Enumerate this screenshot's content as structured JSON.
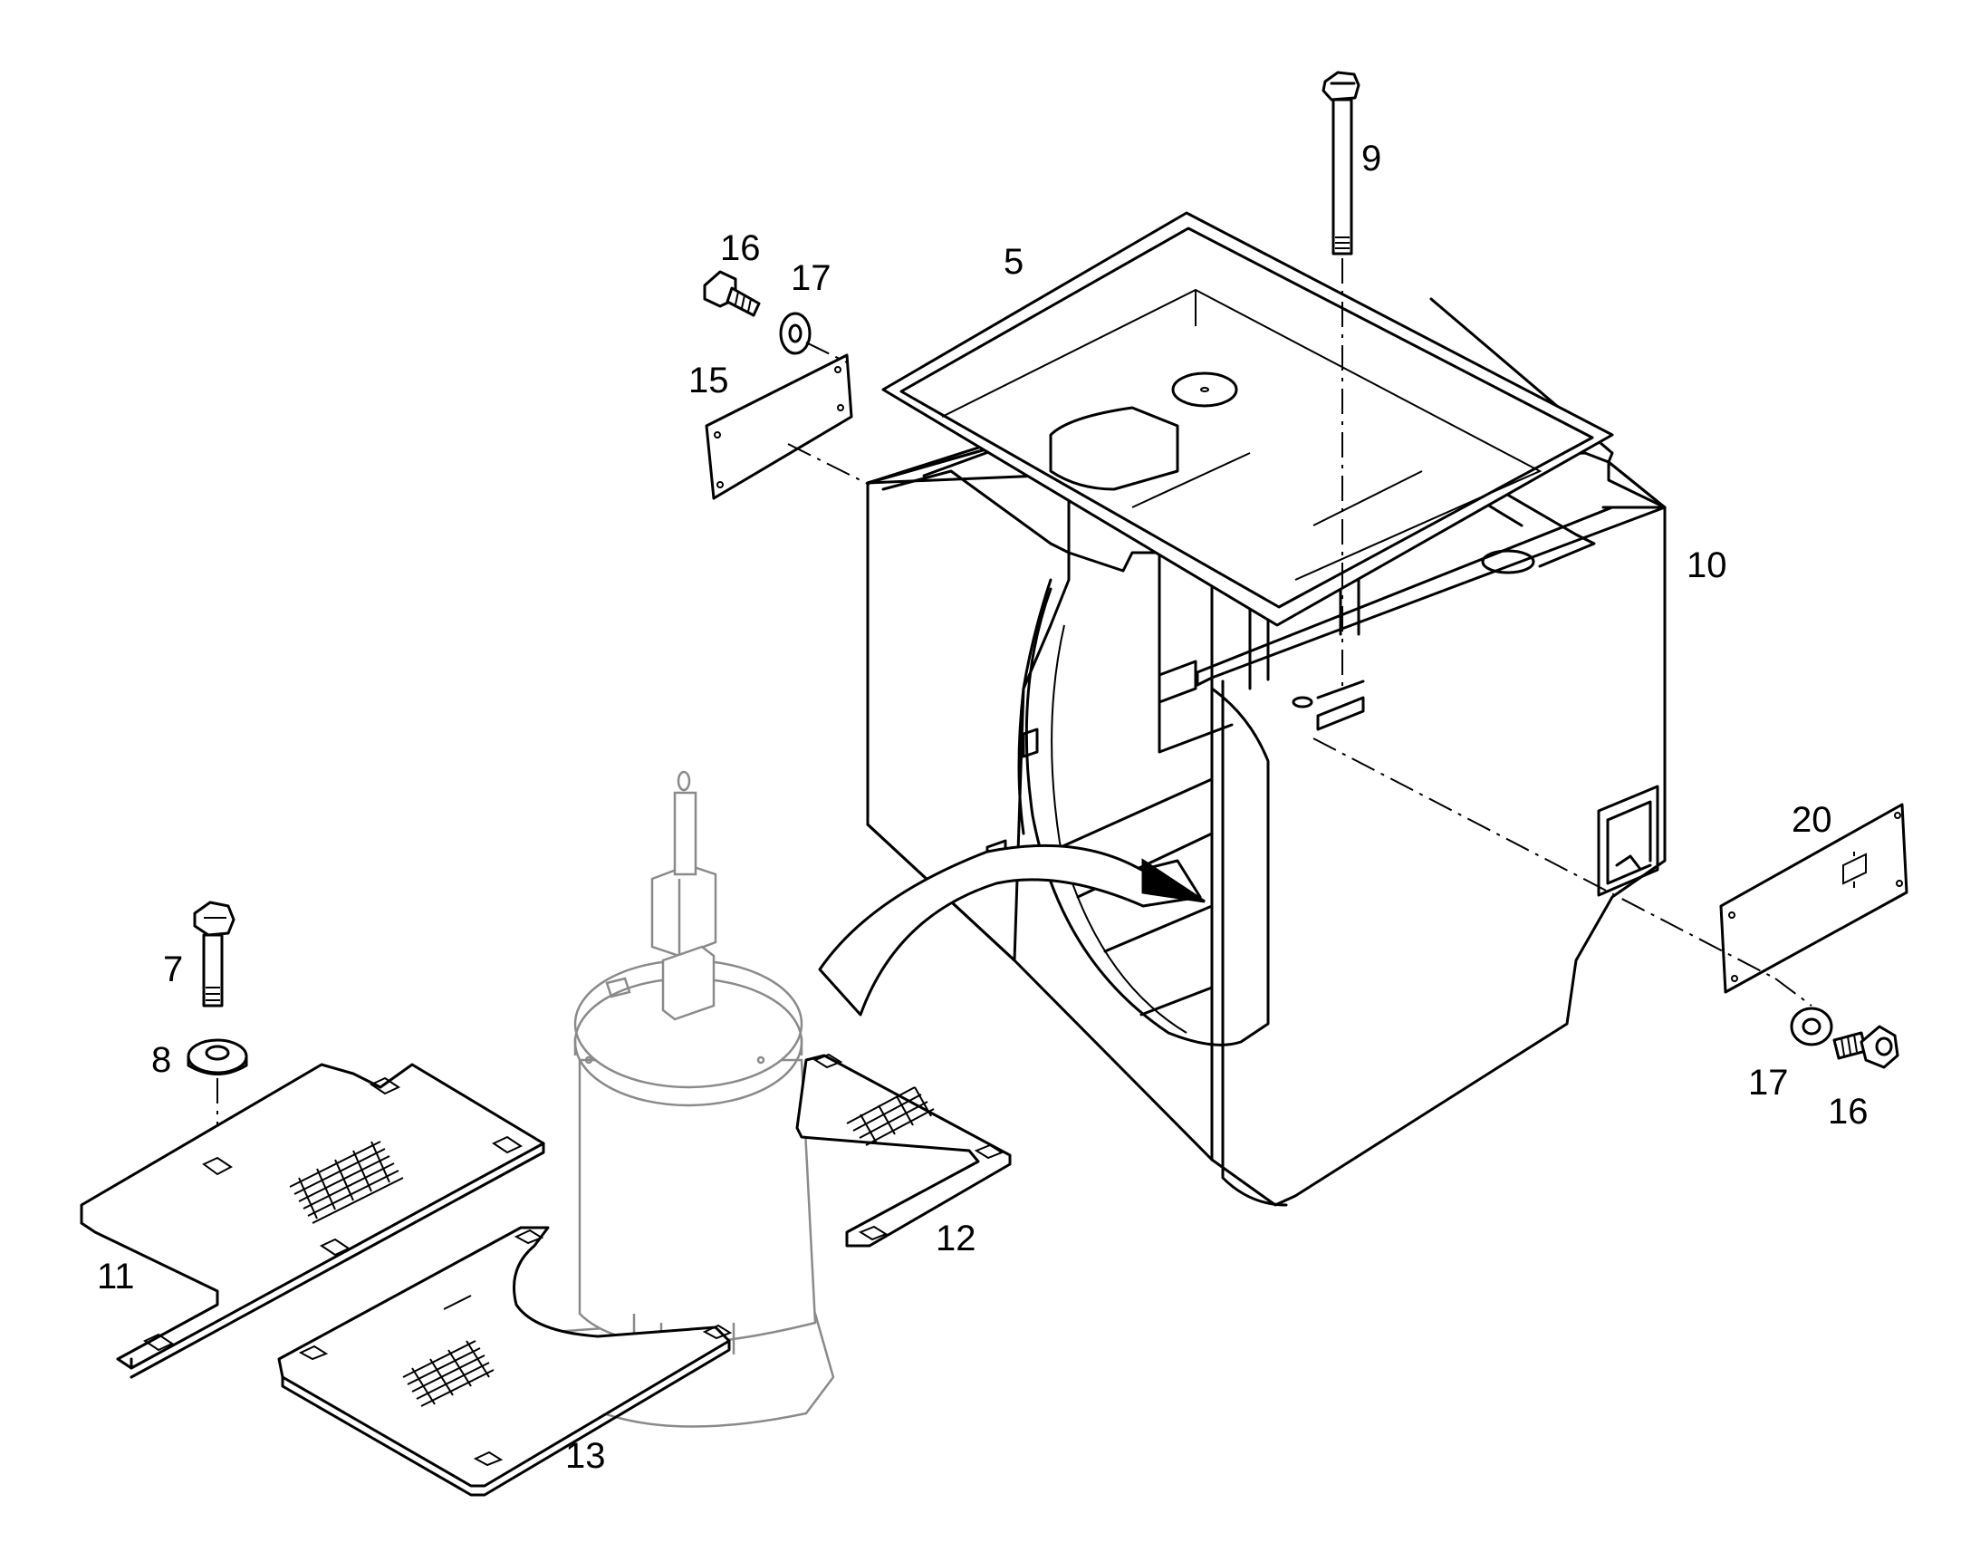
{
  "callouts": {
    "c5": "5",
    "c7": "7",
    "c8": "8",
    "c9": "9",
    "c10": "10",
    "c11": "11",
    "c12": "12",
    "c13": "13",
    "c15": "15",
    "c16_top": "16",
    "c17_top": "17",
    "c16_right": "16",
    "c17_right": "17",
    "c20": "20"
  }
}
